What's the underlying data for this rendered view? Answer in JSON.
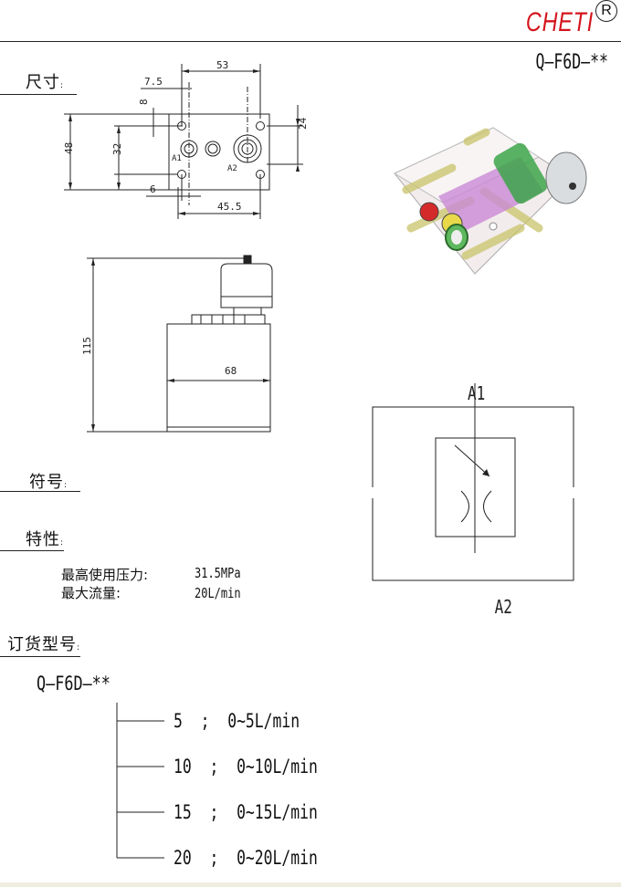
{
  "header": {
    "brand": "CHETI",
    "registered_mark": "R",
    "model": "Q—F6D—**",
    "brand_color": "#d4141c"
  },
  "sections": {
    "dimensions": {
      "label": "尺寸",
      "colon": ":"
    },
    "symbol": {
      "label": "符号",
      "colon": ":"
    },
    "features": {
      "label": "特性",
      "colon": ":"
    },
    "ordering": {
      "label": "订货型号",
      "colon": ":"
    }
  },
  "dimensions": {
    "d53": "53",
    "d7_5": "7.5",
    "d8": "8",
    "d24": "24",
    "d48": "48",
    "d32": "32",
    "d6": "6",
    "d45_5": "45.5",
    "d115": "115",
    "d68": "68",
    "port_a1": "A1",
    "port_a2": "A2"
  },
  "symbol": {
    "top_port": "A1",
    "bottom_port": "A2"
  },
  "features": {
    "rows": [
      {
        "label": "最高使用压力:",
        "value": "31.5MPa"
      },
      {
        "label": "最大流量:",
        "value": "20L/min"
      }
    ]
  },
  "ordering": {
    "model": "Q—F6D—**",
    "options": [
      {
        "code": "5",
        "sep": ";",
        "range": "0~5L/min"
      },
      {
        "code": "10",
        "sep": ";",
        "range": "0~10L/min"
      },
      {
        "code": "15",
        "sep": ";",
        "range": "0~15L/min"
      },
      {
        "code": "20",
        "sep": ";",
        "range": "0~20L/min"
      }
    ]
  }
}
